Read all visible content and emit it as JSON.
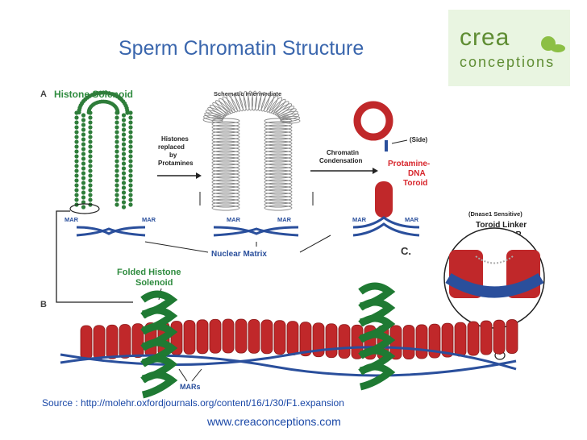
{
  "slide": {
    "title": "Sperm Chromatin Structure",
    "source": "Source : http://molehr.oxfordjournals.org/content/16/1/30/F1.expansion",
    "website": "www.creaconceptions.com"
  },
  "logo": {
    "line1": "crea",
    "line2": "conceptions"
  },
  "figure": {
    "panel_a": "A",
    "panel_b": "B",
    "panel_c": "C.",
    "histone_solenoid": "Histone Solenoid",
    "schematic_intermediate": "Schematic Intermediate",
    "histones_replaced": [
      "Histones",
      "replaced",
      "by",
      "Protamines"
    ],
    "chromatin_condensation": [
      "Chromatin",
      "Condensation"
    ],
    "side": "(Side)",
    "protamine_toroid": [
      "Protamine-",
      "DNA",
      "Toroid"
    ],
    "mar": "MAR",
    "nuclear_matrix": "Nuclear Matrix",
    "folded_histone": [
      "Folded Histone",
      "Solenoid"
    ],
    "dnase": "(Dnase1 Sensitive)",
    "toroid_linker": [
      "Toroid Linker",
      "MAR"
    ],
    "mars": "MARs"
  },
  "colors": {
    "title": "#3a66ad",
    "green": "#2e7d3a",
    "red": "#c0282a",
    "blue": "#2a4f9c",
    "label_green": "#2e8b3e",
    "label_red": "#d7262c"
  }
}
